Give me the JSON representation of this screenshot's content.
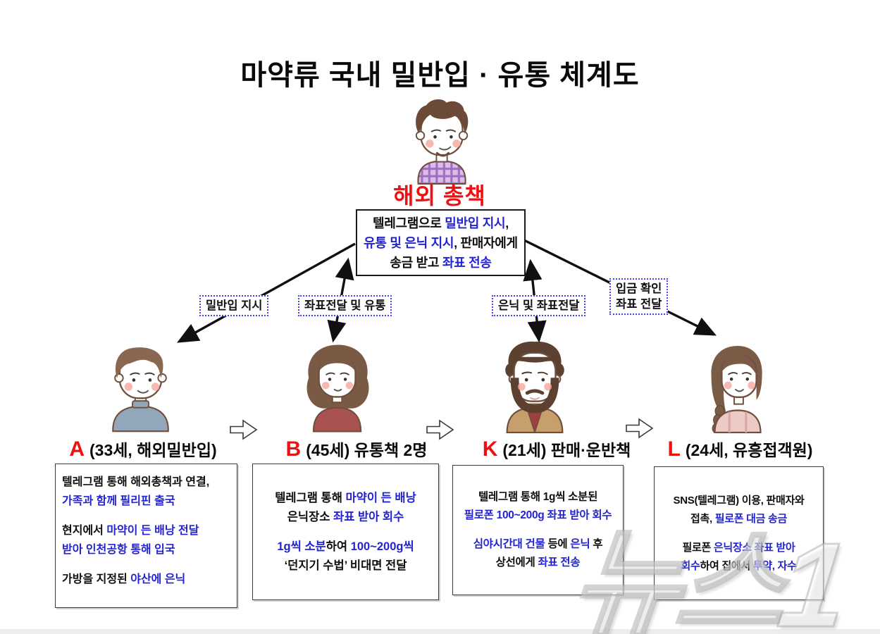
{
  "title": "마약류 국내 밀반입 · 유통 체계도",
  "colors": {
    "highlight_blue": "#2323d2",
    "name_red": "#ee1111",
    "label_border_blue": "#4444ee"
  },
  "boss": {
    "name": "해외 총책",
    "avatar_icon": "man-plaid-shirt-avatar",
    "paras": [
      [
        [
          {
            "t": "텔레그램으로 ",
            "c": "k"
          },
          {
            "t": "밀반입 지시",
            "c": "b"
          },
          {
            "t": ",",
            "c": "k"
          }
        ],
        [
          {
            "t": "유통 및 은닉 지시",
            "c": "b"
          },
          {
            "t": ", 판매자에게",
            "c": "k"
          }
        ],
        [
          {
            "t": "송금 받고 ",
            "c": "k"
          },
          {
            "t": "좌표 전송",
            "c": "b"
          }
        ]
      ]
    ]
  },
  "edge_labels": {
    "smuggle_order": "밀반입 지시",
    "coords_distribution": "좌표전달 및 유통",
    "conceal_coords": "은닉 및 좌표전달",
    "deposit_line1": "입금 확인",
    "deposit_line2": "좌표 전달"
  },
  "persons": [
    {
      "letter": "A",
      "title": "(33세, 해외밀반입)",
      "avatar_icon": "man-gray-sweater-avatar",
      "paras": [
        [
          [
            {
              "t": "텔레그램 통해 해외총책과 연결,",
              "c": "k"
            }
          ],
          [
            {
              "t": "가족과 함께 필리핀 출국",
              "c": "b"
            }
          ]
        ],
        [
          [
            {
              "t": "현지에서 ",
              "c": "k"
            },
            {
              "t": "마약이 든 배낭 전달",
              "c": "b"
            }
          ],
          [
            {
              "t": "받아 인천공항 통해 입국",
              "c": "b"
            }
          ]
        ],
        [
          [
            {
              "t": "가방을 지정된 ",
              "c": "k"
            },
            {
              "t": "야산에 은닉",
              "c": "b"
            }
          ]
        ]
      ]
    },
    {
      "letter": "B",
      "title": "(45세) 유통책 2명",
      "avatar_icon": "woman-curly-hair-avatar",
      "paras": [
        [
          [
            {
              "t": "텔레그램 통해 ",
              "c": "k"
            },
            {
              "t": "마약이 든 배낭",
              "c": "b"
            }
          ],
          [
            {
              "t": "은닉장소 ",
              "c": "k"
            },
            {
              "t": "좌표 받아 회수",
              "c": "b"
            }
          ]
        ],
        [
          [
            {
              "t": "1g씩 ",
              "c": "b"
            },
            {
              "t": " ",
              "c": "k"
            },
            {
              "t": "소분",
              "c": "b"
            },
            {
              "t": "하여 ",
              "c": "k"
            },
            {
              "t": " 100~200g씩",
              "c": "b"
            }
          ],
          [
            {
              "t": "‘던지기 수법’ 비대면 전달",
              "c": "k"
            }
          ]
        ]
      ]
    },
    {
      "letter": "K",
      "title": "(21세) 판매·운반책",
      "avatar_icon": "bearded-man-tan-jacket-avatar",
      "paras": [
        [
          [
            {
              "t": "텔레그램 통해 1g씩 소분된",
              "c": "k"
            }
          ],
          [
            {
              "t": "필로폰 100~200g 좌표 받아 회수",
              "c": "b"
            }
          ]
        ],
        [
          [
            {
              "t": "심야시간대 건물",
              "c": "b"
            },
            {
              "t": " 등에 ",
              "c": "k"
            },
            {
              "t": "은닉",
              "c": "b"
            },
            {
              "t": " 후",
              "c": "k"
            }
          ],
          [
            {
              "t": "상선에게 ",
              "c": "k"
            },
            {
              "t": "좌표 전송",
              "c": "b"
            }
          ]
        ]
      ]
    },
    {
      "letter": "L",
      "title": "(24세, 유흥접객원)",
      "avatar_icon": "woman-braided-hair-avatar",
      "paras": [
        [
          [
            {
              "t": "SNS(텔레그램) 이용, 판매자와",
              "c": "k"
            }
          ],
          [
            {
              "t": "접촉, ",
              "c": "k"
            },
            {
              "t": "필로폰 대금 송금",
              "c": "b"
            }
          ]
        ],
        [
          [
            {
              "t": "필로폰 ",
              "c": "k"
            },
            {
              "t": "은닉장소 좌표 받아",
              "c": "b"
            }
          ],
          [
            {
              "t": "회수",
              "c": "b"
            },
            {
              "t": "하여 집에서 ",
              "c": "k"
            },
            {
              "t": "투약, 자수",
              "c": "b"
            }
          ]
        ]
      ]
    }
  ],
  "watermark": "뉴스1"
}
